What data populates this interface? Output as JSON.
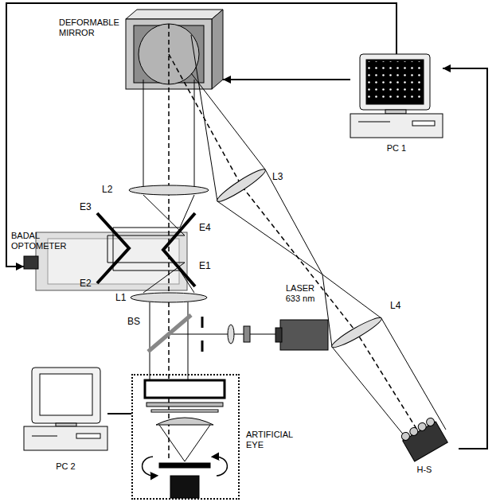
{
  "diagram": {
    "nodes": [
      {
        "text": [
          "DEFORMABLE MIRROR"
        ]
      },
      {
        "text": [
          "PC 1"
        ]
      },
      {
        "text": [
          "BADAL OPTOMETER"
        ]
      },
      {
        "text": [
          "LASER 633 nm"
        ]
      },
      {
        "text": [
          "PC 2"
        ]
      },
      {
        "text": [
          "ARTIFICIAL EYE"
        ]
      },
      {
        "text": [
          "H-S"
        ]
      }
    ],
    "edges": [
      {
        "from": 1,
        "to": 0,
        "arrow": "to"
      },
      {
        "from": 1,
        "to": 2,
        "arrow": "to"
      },
      {
        "from": 6,
        "to": 1,
        "arrow": "to"
      },
      {
        "from": 4,
        "to": 5,
        "arrow": "none"
      }
    ],
    "labels": [
      "L3",
      "L2",
      "E3",
      "E4",
      "E2",
      "E1",
      "L1",
      "BS",
      "L4"
    ]
  }
}
